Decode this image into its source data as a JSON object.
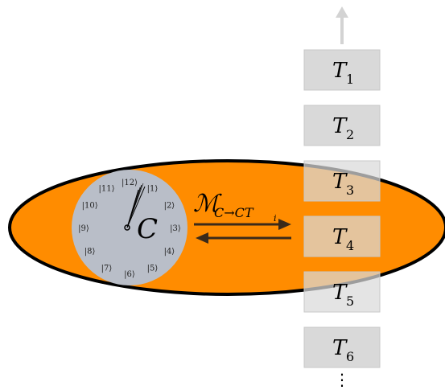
{
  "diagram": {
    "clock_label": "C",
    "map_label_main": "ℳ",
    "map_label_sub": "C→CT",
    "map_label_subsub": "i",
    "clock_ticks": [
      "|12⟩",
      "|1⟩",
      "|2⟩",
      "|3⟩",
      "|4⟩",
      "|5⟩",
      "|6⟩",
      "|7⟩",
      "|8⟩",
      "|9⟩",
      "|10⟩",
      "|11⟩"
    ],
    "tapes": [
      {
        "letter": "T",
        "index": "1"
      },
      {
        "letter": "T",
        "index": "2"
      },
      {
        "letter": "T",
        "index": "3"
      },
      {
        "letter": "T",
        "index": "4"
      },
      {
        "letter": "T",
        "index": "5"
      },
      {
        "letter": "T",
        "index": "6"
      }
    ],
    "ellipsis": "⋮",
    "colors": {
      "ellipse_fill": "#FF8C00",
      "ellipse_stroke": "#000000",
      "clock_face": "#B9BEC8",
      "box_fill": "#D9D9D9",
      "arrow": "#3A2A1A",
      "up_arrow": "#D3D3D3"
    }
  }
}
